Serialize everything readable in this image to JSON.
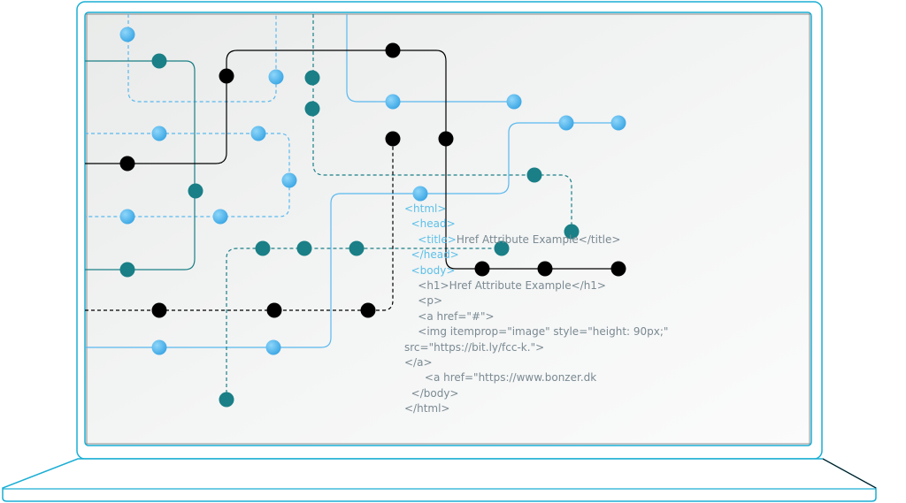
{
  "colors": {
    "frame": "#1aaed4",
    "teal": "#1a7f86",
    "blue": "#5ab9ee",
    "black": "#000000",
    "tag": "#5cc0e8",
    "text": "#7a8a92"
  },
  "code_lines": [
    {
      "tag": "<html>",
      "text": ""
    },
    {
      "tag": "  <head>",
      "text": ""
    },
    {
      "tag": "    <title>",
      "text": "Href Attribute Example</title>"
    },
    {
      "tag": "  </head>",
      "text": ""
    },
    {
      "tag": "  <body>",
      "text": ""
    },
    {
      "tag": "    ",
      "text": "<h1>Href Attribute Example</h1>"
    },
    {
      "tag": "    ",
      "text": "<p>"
    },
    {
      "tag": "    ",
      "text": "<a href=\"#\">"
    },
    {
      "tag": "    ",
      "text": "<img itemprop=\"image\" style=\"height: 90px;\""
    },
    {
      "tag": "",
      "text": "src=\"https://bit.ly/fcc-k.\">"
    },
    {
      "tag": "",
      "text": "</a>"
    },
    {
      "tag": "      ",
      "text": "<a href=\"https://www.bonzer.dk"
    },
    {
      "tag": "  ",
      "text": "</body>"
    },
    {
      "tag": "",
      "text": "</html>"
    }
  ]
}
